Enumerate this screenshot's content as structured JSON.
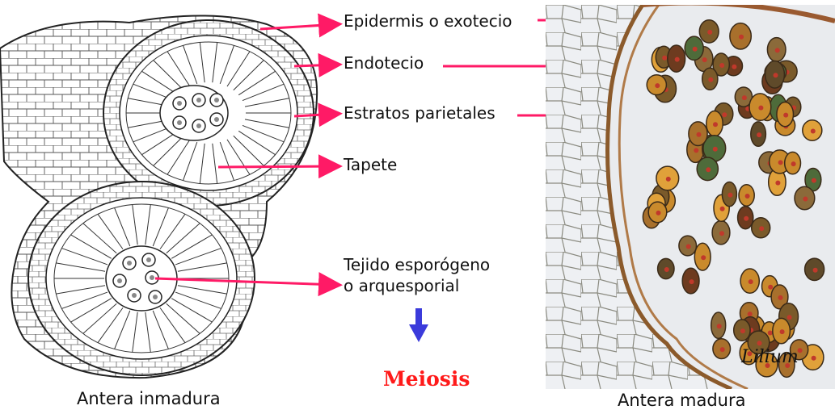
{
  "labels": {
    "epidermis": "Epidermis o exotecio",
    "endotecio": "Endotecio",
    "estratos": "Estratos parietales",
    "tapete": "Tapete",
    "tejido_line1": "Tejido esporógeno",
    "tejido_line2": "o arquesporial",
    "meiosis": "Meiosis",
    "lilium": "Lilium"
  },
  "captions": {
    "left": "Antera inmadura",
    "right": "Antera madura"
  },
  "colors": {
    "arrow": "#ff1a66",
    "down_arrow": "#3b3bdb",
    "meiosis": "#ff1a1a",
    "photo_bg": "#eaeef2"
  },
  "icons": {
    "down_arrow": "down-arrow-icon"
  }
}
